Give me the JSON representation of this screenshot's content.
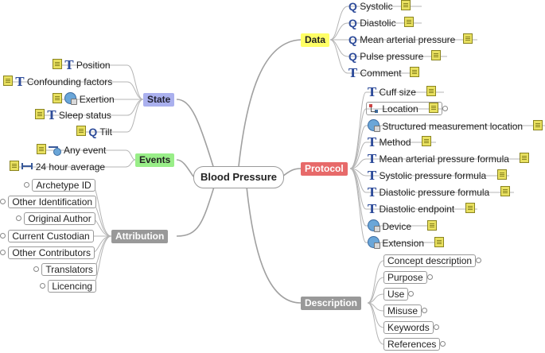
{
  "center": "Blood Pressure",
  "branches": {
    "data": "Data",
    "state": "State",
    "events": "Events",
    "attribution": "Attribution",
    "protocol": "Protocol",
    "description": "Description"
  },
  "data_items": [
    "Systolic",
    "Diastolic",
    "Mean arterial pressure",
    "Pulse pressure",
    "Comment"
  ],
  "state_items": [
    "Position",
    "Confounding factors",
    "Exertion",
    "Sleep status",
    "Tilt"
  ],
  "events_items": [
    "Any event",
    "24 hour average"
  ],
  "attribution_items": [
    "Archetype ID",
    "Other Identification",
    "Original Author",
    "Current Custodian",
    "Other Contributors",
    "Translators",
    "Licencing"
  ],
  "protocol_items": [
    "Cuff size",
    "Location",
    "Structured measurement location",
    "Method",
    "Mean arterial pressure formula",
    "Systolic pressure formula",
    "Diastolic pressure formula",
    "Diastolic endpoint",
    "Device",
    "Extension"
  ],
  "description_items": [
    "Concept description",
    "Purpose",
    "Use",
    "Misuse",
    "Keywords",
    "References"
  ],
  "icons": {
    "quantity": "quantity-icon",
    "text": "text-icon",
    "note": "note-icon",
    "cluster": "cluster-icon",
    "slot": "slot-icon",
    "interval": "interval-event-icon",
    "point": "point-event-icon"
  },
  "colors": {
    "data": "#ffff66",
    "state": "#aab0ee",
    "events": "#99ee88",
    "protocol": "#e76a6a",
    "grey": "#999999",
    "icon_blue": "#2e4c9a"
  }
}
